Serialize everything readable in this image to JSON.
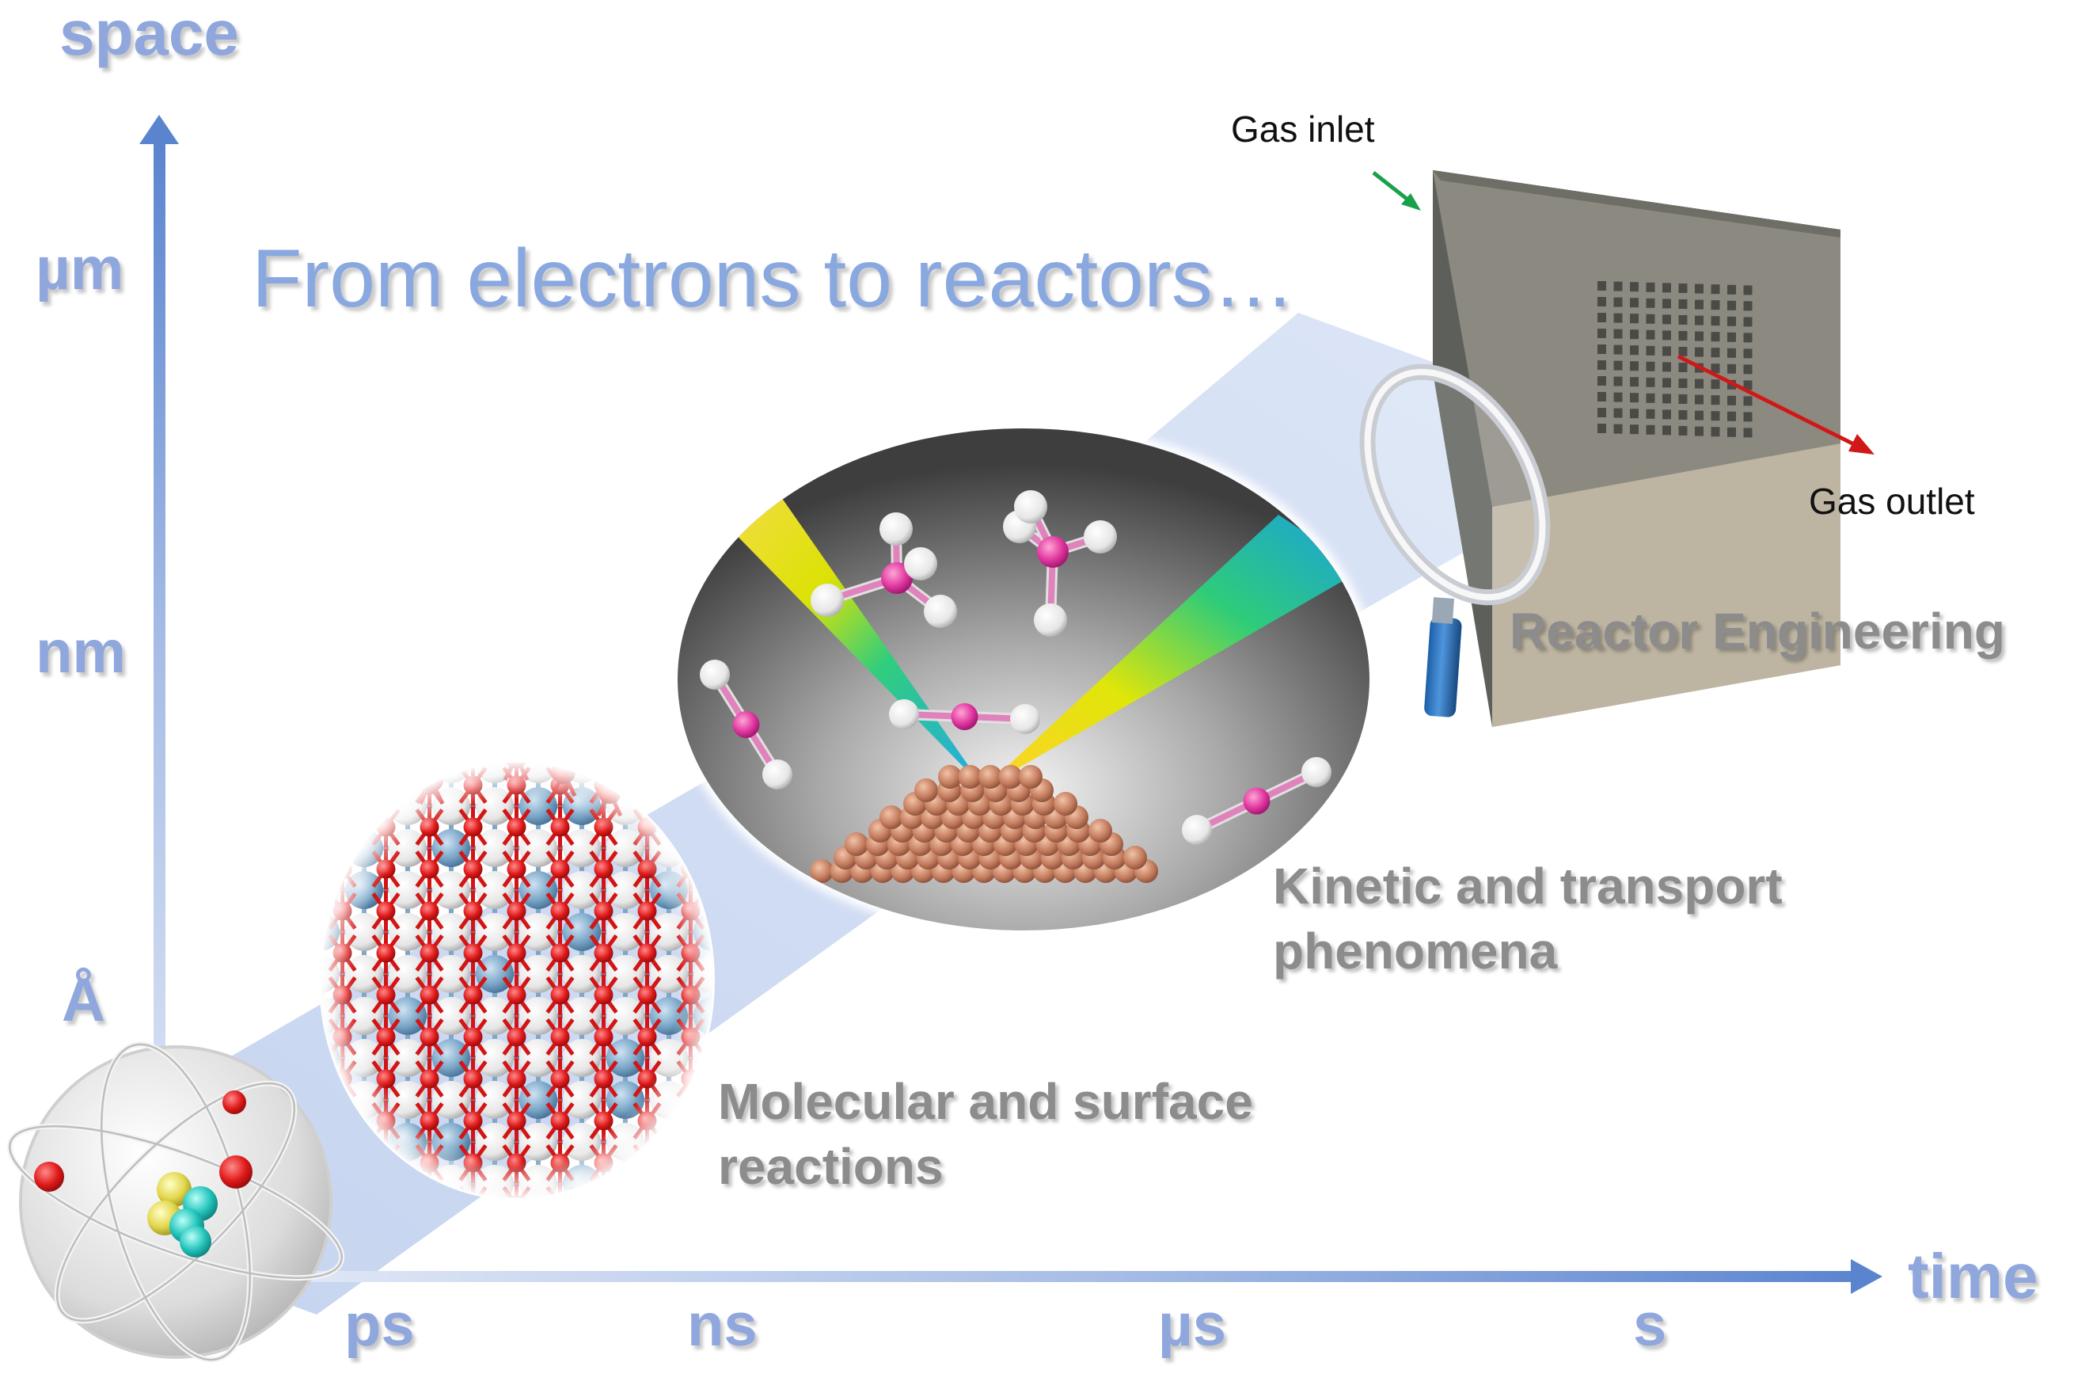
{
  "title": "From electrons to reactors…",
  "axes": {
    "y_label": "space",
    "x_label": "time",
    "y_ticks": [
      "µm",
      "nm",
      "Å"
    ],
    "x_ticks": [
      "ps",
      "ns",
      "µs",
      "s"
    ]
  },
  "stages": [
    {
      "label": "Molecular and surface",
      "label2": "reactions"
    },
    {
      "label": "Kinetic and transport",
      "label2": "phenomena"
    },
    {
      "label": "Reactor Engineering"
    }
  ],
  "reactor": {
    "inlet_label": "Gas inlet",
    "outlet_label": "Gas outlet"
  },
  "colors": {
    "axis_blue": "#6f95d3",
    "label_blue": "#8fa7dc",
    "label_gray": "#8c8c8c",
    "title_blue": "#8aa8e0",
    "oxygen_red": "#e01a1a",
    "metal_blue": "#6f9fc2",
    "molecule_pink": "#e0369e",
    "copper": "#c27a5c",
    "inlet_arrow": "#1aa04a",
    "outlet_arrow": "#d01818"
  },
  "icons": [
    "atom-icon",
    "crystal-lattice-icon",
    "molecule-scene-icon",
    "magnifier-icon",
    "reactor-cube-icon"
  ]
}
